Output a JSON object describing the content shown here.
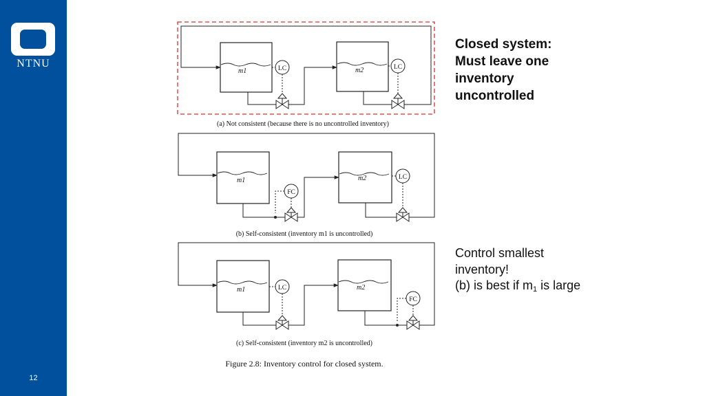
{
  "sidebar": {
    "logo_text": "NTNU",
    "page_number": "12",
    "color": "#00509e"
  },
  "slide": {
    "heading_lines": [
      "Closed system:",
      "Must leave one",
      "inventory",
      "uncontrolled"
    ],
    "note": {
      "line1": "Control smallest",
      "line2": "inventory!",
      "line3_pre": "(b) is best if m",
      "line3_sub": "1",
      "line3_post": " is large"
    }
  },
  "figure": {
    "caption": "Figure 2.8: Inventory control for closed system.",
    "highlight_color": "#d62f2f",
    "panels": [
      {
        "caption": "(a) Not consistent (because there is no uncontrolled inventory)",
        "tank1": "m1",
        "tank2": "m2",
        "controller1": "LC",
        "controller2": "LC",
        "highlighted": true
      },
      {
        "caption": "(b) Self-consistent (inventory m1 is uncontrolled)",
        "tank1": "m1",
        "tank2": "m2",
        "controller1": "FC",
        "controller2": "LC",
        "highlighted": false
      },
      {
        "caption": "(c) Self-consistent (inventory m2 is uncontrolled)",
        "tank1": "m1",
        "tank2": "m2",
        "controller1": "LC",
        "controller2": "FC",
        "highlighted": false
      }
    ]
  }
}
